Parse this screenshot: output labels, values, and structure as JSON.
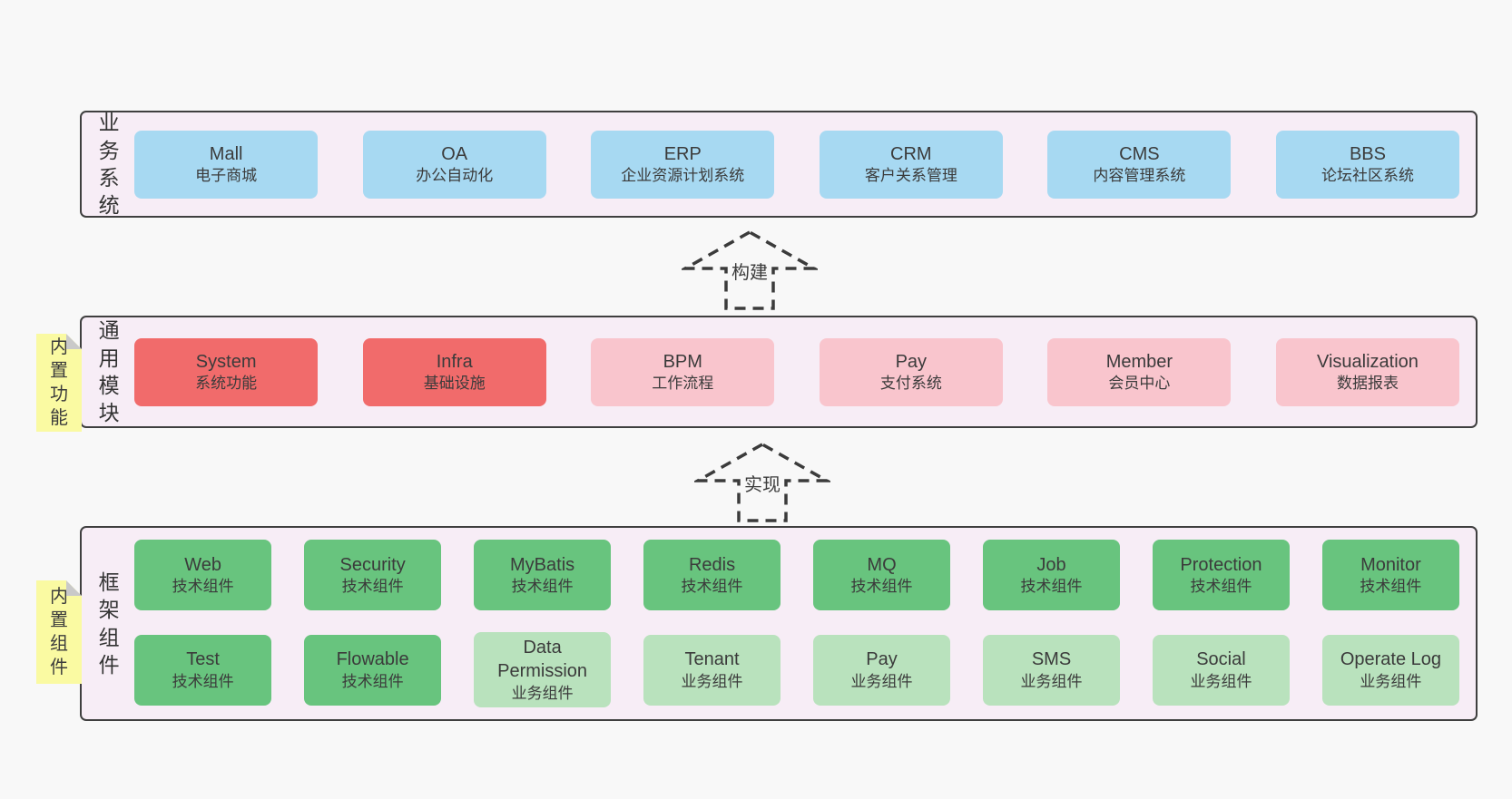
{
  "colors": {
    "page_bg": "#f8f8f8",
    "panel_bg": "#f7edf6",
    "panel_border": "#3f3f3f",
    "business_box": "#a7d9f2",
    "core_module_box": "#f16b6b",
    "optional_module_box": "#f9c5cd",
    "tech_component_box": "#68c47e",
    "biz_component_box": "#b9e2bd",
    "note_bg": "#fafaa2",
    "note_fold": "#c9c9c9"
  },
  "arrows": [
    {
      "label": "构建"
    },
    {
      "label": "实现"
    }
  ],
  "layers": [
    {
      "label": "业务系统",
      "boxes": [
        {
          "en": "Mall",
          "cn": "电子商城"
        },
        {
          "en": "OA",
          "cn": "办公自动化"
        },
        {
          "en": "ERP",
          "cn": "企业资源计划系统"
        },
        {
          "en": "CRM",
          "cn": "客户关系管理"
        },
        {
          "en": "CMS",
          "cn": "内容管理系统"
        },
        {
          "en": "BBS",
          "cn": "论坛社区系统"
        }
      ]
    },
    {
      "label": "通用模块",
      "note": "内置功能",
      "boxes": [
        {
          "en": "System",
          "cn": "系统功能"
        },
        {
          "en": "Infra",
          "cn": "基础设施"
        },
        {
          "en": "BPM",
          "cn": "工作流程"
        },
        {
          "en": "Pay",
          "cn": "支付系统"
        },
        {
          "en": "Member",
          "cn": "会员中心"
        },
        {
          "en": "Visualization",
          "cn": "数据报表"
        }
      ]
    },
    {
      "label": "框架组件",
      "note": "内置组件",
      "rows": [
        {
          "boxes": [
            {
              "en": "Web",
              "cn": "技术组件"
            },
            {
              "en": "Security",
              "cn": "技术组件"
            },
            {
              "en": "MyBatis",
              "cn": "技术组件"
            },
            {
              "en": "Redis",
              "cn": "技术组件"
            },
            {
              "en": "MQ",
              "cn": "技术组件"
            },
            {
              "en": "Job",
              "cn": "技术组件"
            },
            {
              "en": "Protection",
              "cn": "技术组件"
            },
            {
              "en": "Monitor",
              "cn": "技术组件"
            }
          ]
        },
        {
          "boxes": [
            {
              "en": "Test",
              "cn": "技术组件"
            },
            {
              "en": "Flowable",
              "cn": "技术组件"
            },
            {
              "en": "Data Permission",
              "cn": "业务组件"
            },
            {
              "en": "Tenant",
              "cn": "业务组件"
            },
            {
              "en": "Pay",
              "cn": "业务组件"
            },
            {
              "en": "SMS",
              "cn": "业务组件"
            },
            {
              "en": "Social",
              "cn": "业务组件"
            },
            {
              "en": "Operate Log",
              "cn": "业务组件"
            }
          ]
        }
      ]
    }
  ]
}
